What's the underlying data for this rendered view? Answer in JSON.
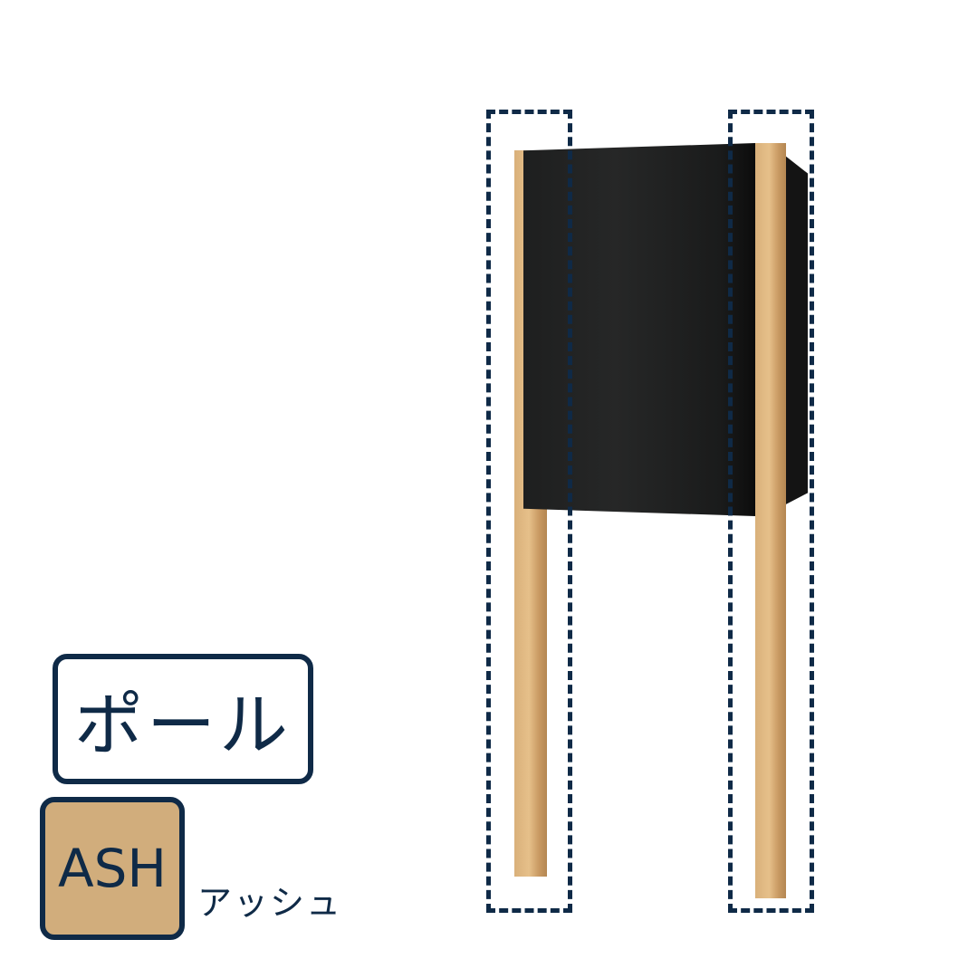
{
  "product": {
    "part_label": "ポール",
    "finish_code": "ASH",
    "finish_name": "アッシュ"
  },
  "colors": {
    "outline": "#0f2a47",
    "ash_swatch": "#d1ad7c",
    "box_body": "#1e1f1f",
    "wood": "#d9b07a"
  },
  "highlights": [
    {
      "name": "left-pole-highlight"
    },
    {
      "name": "right-pole-highlight"
    }
  ]
}
